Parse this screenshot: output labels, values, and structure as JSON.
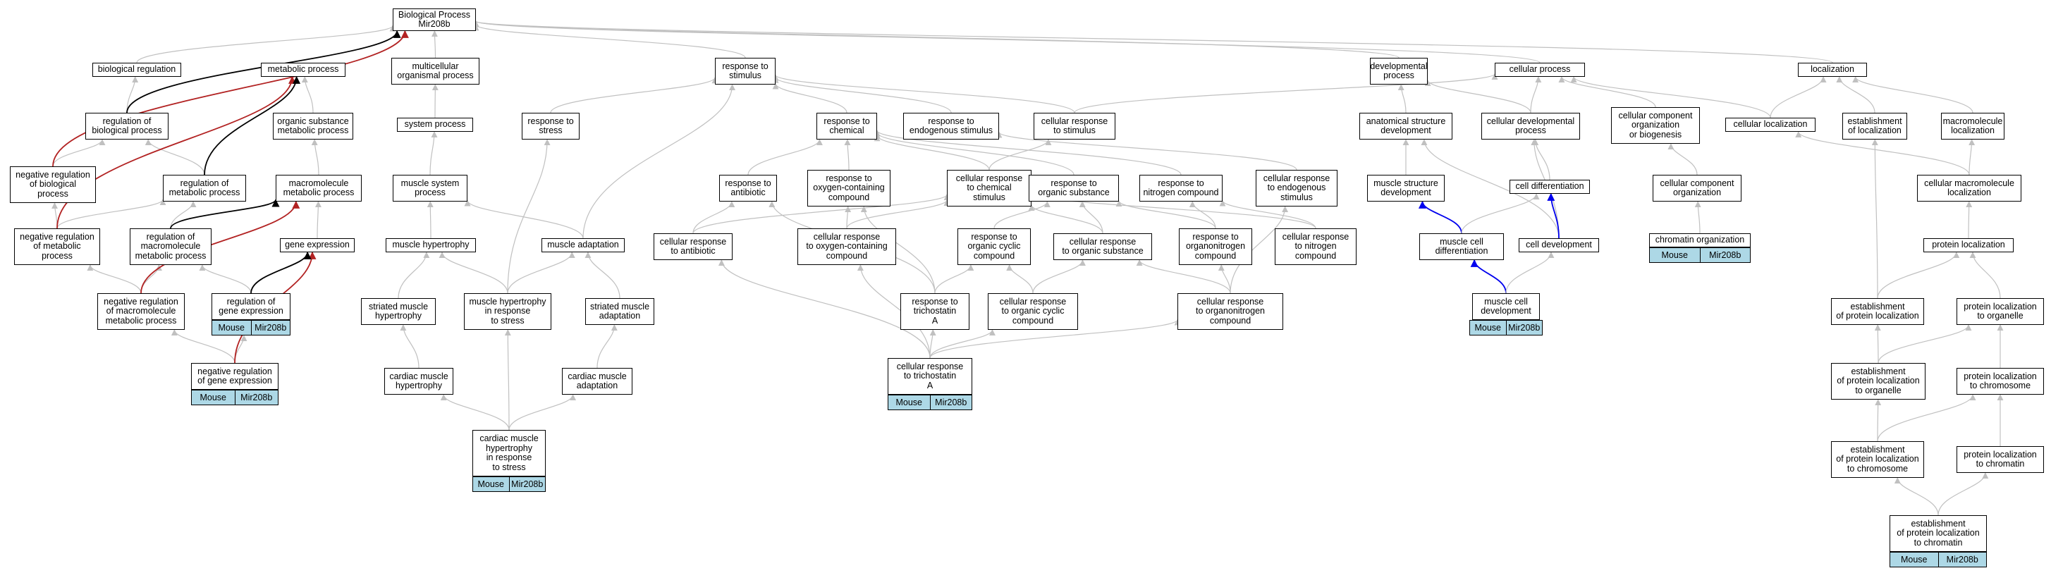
{
  "colors": {
    "gray": "#c0c0c0",
    "red": "#b22222",
    "black": "#000000",
    "blue": "#0000ee",
    "tag_bg": "#add8e6"
  },
  "tags": {
    "organism": "Mouse",
    "gene": "Mir208b"
  },
  "nodes": {
    "bp": "Biological Process\nMir208b",
    "bioreg": "biological regulation",
    "metproc": "metabolic process",
    "multi": "multicellular\norganismal process",
    "rts": "response to\nstimulus",
    "devproc": "developmental\nprocess",
    "cellproc": "cellular process",
    "local": "localization",
    "regbio": "regulation of\nbiological process",
    "orgsub": "organic substance\nmetabolic process",
    "sysproc": "system process",
    "rstress": "response to\nstress",
    "rchem": "response to\nchemical",
    "rendo": "response to\nendogenous stimulus",
    "crstim": "cellular response\nto stimulus",
    "anatdev": "anatomical structure\ndevelopment",
    "celldevproc": "cellular developmental\nprocess",
    "ccorg": "cellular component\norganization\nor biogenesis",
    "cellloc": "cellular localization",
    "estloc": "establishment\nof localization",
    "macroloc": "macromolecule\nlocalization",
    "negregbio": "negative regulation\nof biological\nprocess",
    "regmet": "regulation of\nmetabolic process",
    "macromet": "macromolecule\nmetabolic process",
    "muscsys": "muscle system\nprocess",
    "rantib": "response to\nantibiotic",
    "roxy": "response to\noxygen-containing\ncompound",
    "crchem": "cellular response\nto chemical\nstimulus",
    "rorg": "response to\norganic substance",
    "rnitro": "response to\nnitrogen compound",
    "crendo": "cellular response\nto endogenous\nstimulus",
    "muscstruct": "muscle structure\ndevelopment",
    "celldiff": "cell differentiation",
    "ccorg2": "cellular component\norganization",
    "cellmacroloc": "cellular macromolecule\nlocalization",
    "negregmet": "negative regulation\nof metabolic\nprocess",
    "regmacro": "regulation of\nmacromolecule\nmetabolic process",
    "geneexp": "gene expression",
    "muschyp": "muscle hypertrophy",
    "muscadapt": "muscle adaptation",
    "crantib": "cellular response\nto antibiotic",
    "croxy": "cellular response\nto oxygen-containing\ncompound",
    "rorgcyc": "response to\norganic cyclic\ncompound",
    "crorg": "cellular response\nto organic substance",
    "rorgnitro": "response to\norganonitrogen\ncompound",
    "crnitro": "cellular response\nto nitrogen\ncompound",
    "musccelldiff": "muscle cell\ndifferentiation",
    "celldev": "cell development",
    "chromorg": "chromatin organization",
    "protloc": "protein localization",
    "negregmacro": "negative regulation\nof macromolecule\nmetabolic process",
    "reggene": "regulation of\ngene expression",
    "strmhyp": "striated muscle\nhypertrophy",
    "muschypstress": "muscle hypertrophy\nin response\nto stress",
    "strmadapt": "striated muscle\nadaptation",
    "rtricho": "response to\ntrichostatin\nA",
    "crorgcyc": "cellular response\nto organic cyclic\ncompound",
    "crorgnitro": "cellular response\nto organonitrogen\ncompound",
    "musccelldev": "muscle cell\ndevelopment",
    "estprotloc": "establishment\nof protein localization",
    "protlocorg": "protein localization\nto organelle",
    "neggene": "negative regulation\nof gene expression",
    "cardhyp": "cardiac muscle\nhypertrophy",
    "cardadapt": "cardiac muscle\nadaptation",
    "crtricho": "cellular response\nto trichostatin\nA",
    "estprotorg": "establishment\nof protein localization\nto organelle",
    "protlocchrom": "protein localization\nto chromosome",
    "cardhypstress": "cardiac muscle\nhypertrophy\nin response\nto stress",
    "estprotchrom": "establishment\nof protein localization\nto chromosome",
    "protlocchromatin": "protein localization\nto chromatin",
    "estprotchromatin": "establishment\nof protein localization\nto chromatin"
  }
}
